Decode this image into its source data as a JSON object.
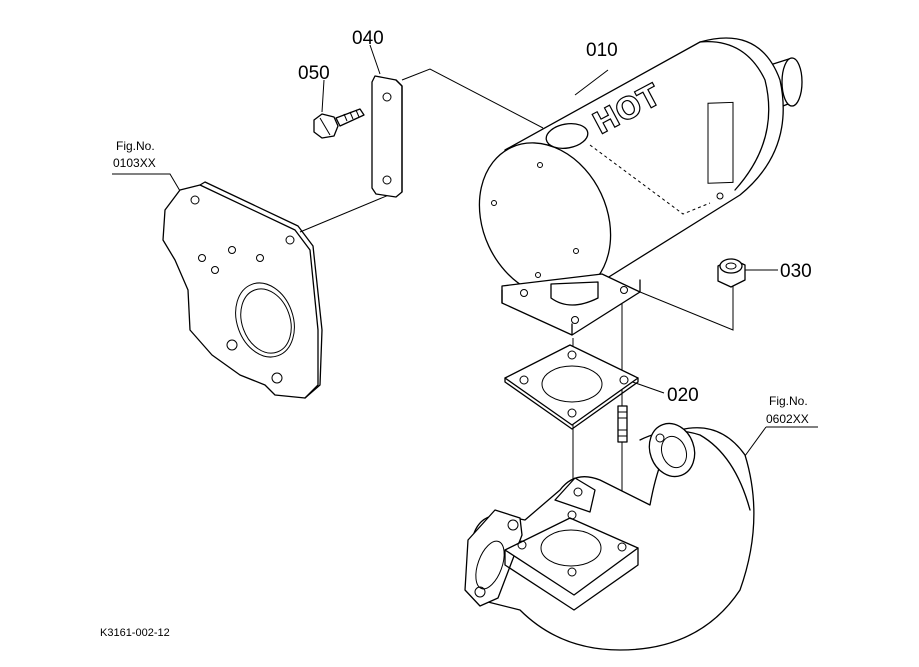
{
  "labels": {
    "p010": "010",
    "p020": "020",
    "p030": "030",
    "p040": "040",
    "p050": "050"
  },
  "refs": {
    "left": {
      "line1": "Fig.No.",
      "line2": "0103XX"
    },
    "right": {
      "line1": "Fig.No.",
      "line2": "0602XX"
    }
  },
  "muffler_warning": "HOT",
  "drawing_code": "K3161-002-12"
}
